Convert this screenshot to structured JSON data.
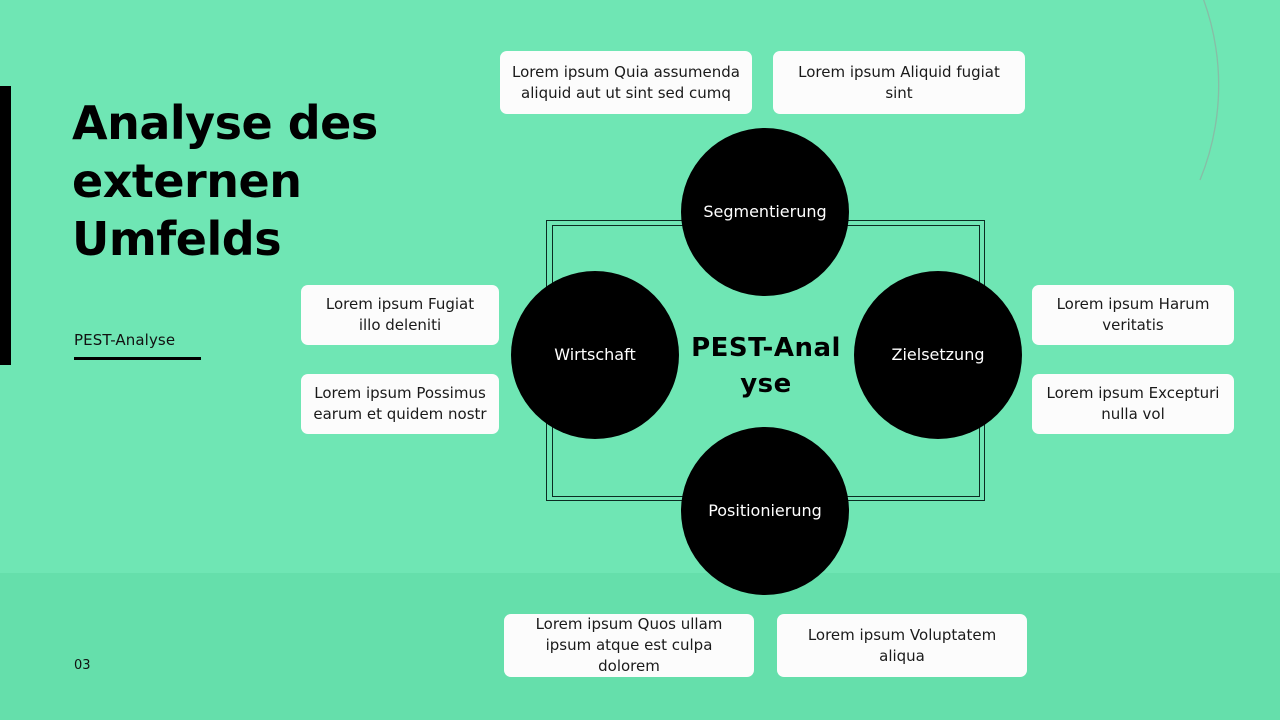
{
  "slide": {
    "title": "Analyse des externen Umfelds",
    "subtitle": "PEST-Analyse",
    "page_number": "03",
    "center_label": "PEST-Analyse",
    "background_color_top": "#6FE6B4",
    "background_color_bottom": "#65DFAB",
    "accent_color": "#000000",
    "card_color": "#FCFCFC"
  },
  "nodes": [
    {
      "id": "top",
      "label": "Segmentierung"
    },
    {
      "id": "left",
      "label": "Wirtschaft"
    },
    {
      "id": "right",
      "label": "Zielsetzung"
    },
    {
      "id": "bottom",
      "label": "Positionierung"
    }
  ],
  "cards": [
    {
      "id": "t1",
      "text": "Lorem ipsum Quia assumenda aliquid aut ut sint sed cumq"
    },
    {
      "id": "t2",
      "text": "Lorem ipsum Aliquid fugiat sint"
    },
    {
      "id": "l1",
      "text": "Lorem ipsum Fugiat illo deleniti"
    },
    {
      "id": "l2",
      "text": "Lorem ipsum Possimus earum et quidem nostr"
    },
    {
      "id": "r1",
      "text": "Lorem ipsum Harum veritatis"
    },
    {
      "id": "r2",
      "text": "Lorem ipsum Excepturi nulla vol"
    },
    {
      "id": "b1",
      "text": "Lorem ipsum Quos ullam ipsum atque est culpa dolorem"
    },
    {
      "id": "b2",
      "text": "Lorem ipsum Voluptatem aliqua"
    }
  ]
}
